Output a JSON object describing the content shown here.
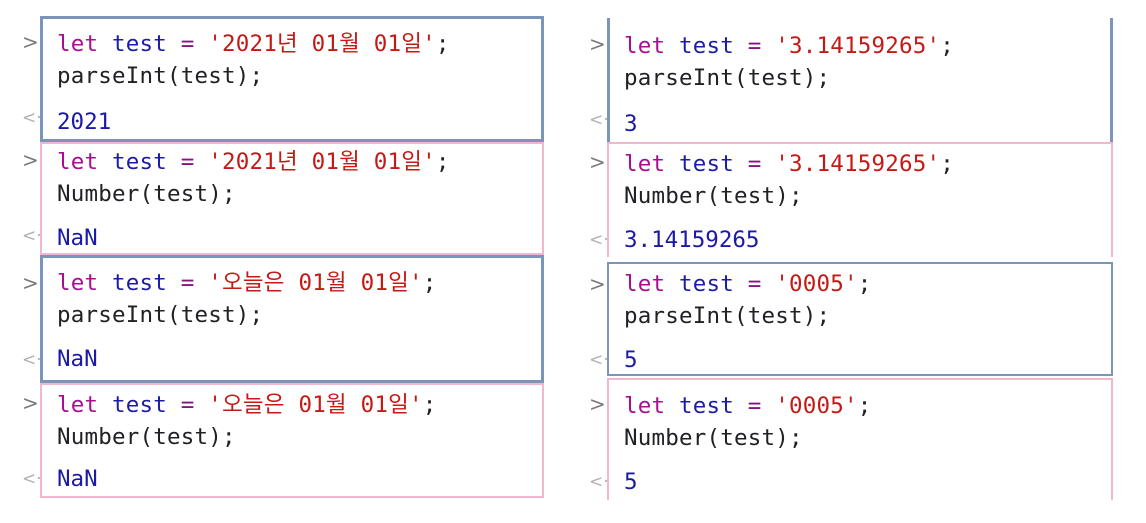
{
  "colors": {
    "blue_border": "#7a95b8",
    "pink_border": "#f2b6cf",
    "keyword": "#aa0d91",
    "string": "#c41a16",
    "result": "#1a1aa6"
  },
  "icons": {
    "input_prompt": "chevron-right-icon",
    "output_marker": "return-arrow-icon"
  },
  "prompt_glyph": ">",
  "result_glyph": "<·",
  "snippets": [
    {
      "keyword": "let",
      "variable": "test",
      "operator": "=",
      "string": "'2021년 01월 01일'",
      "terminator": ";",
      "call": "parseInt(test);",
      "result": "2021"
    },
    {
      "keyword": "let",
      "variable": "test",
      "operator": "=",
      "string": "'2021년 01월 01일'",
      "terminator": ";",
      "call": "Number(test);",
      "result": "NaN"
    },
    {
      "keyword": "let",
      "variable": "test",
      "operator": "=",
      "string": "'오늘은 01월 01일'",
      "terminator": ";",
      "call": "parseInt(test);",
      "result": "NaN"
    },
    {
      "keyword": "let",
      "variable": "test",
      "operator": "=",
      "string": "'오늘은 01월 01일'",
      "terminator": ";",
      "call": "Number(test);",
      "result": "NaN"
    },
    {
      "keyword": "let",
      "variable": "test",
      "operator": "=",
      "string": "'3.14159265'",
      "terminator": ";",
      "call": "parseInt(test);",
      "result": "3"
    },
    {
      "keyword": "let",
      "variable": "test",
      "operator": "=",
      "string": "'3.14159265'",
      "terminator": ";",
      "call": "Number(test);",
      "result": "3.14159265"
    },
    {
      "keyword": "let",
      "variable": "test",
      "operator": "=",
      "string": "'0005'",
      "terminator": ";",
      "call": "parseInt(test);",
      "result": "5"
    },
    {
      "keyword": "let",
      "variable": "test",
      "operator": "=",
      "string": "'0005'",
      "terminator": ";",
      "call": "Number(test);",
      "result": "5"
    }
  ]
}
